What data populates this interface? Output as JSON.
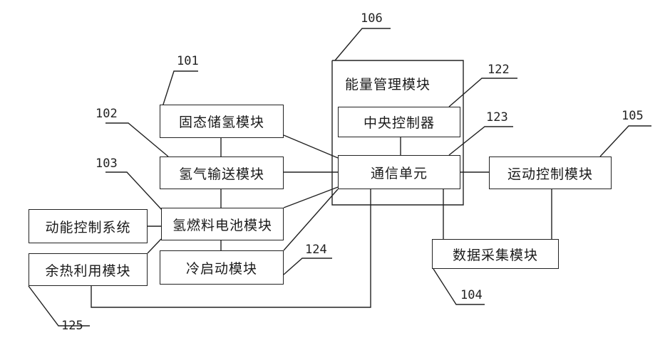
{
  "ems_title": "能量管理模块",
  "boxes": {
    "solid_storage": "固态储氢模块",
    "h2_transport": "氢气输送模块",
    "fuel_cell": "氢燃料电池模块",
    "cold_start": "冷启动模块",
    "kinetic_control": "动能控制系统",
    "waste_heat": "余热利用模块",
    "central_controller": "中央控制器",
    "comm_unit": "通信单元",
    "motion_control": "运动控制模块",
    "data_acq": "数据采集模块"
  },
  "refs": {
    "r101": "101",
    "r102": "102",
    "r103": "103",
    "r104": "104",
    "r105": "105",
    "r106": "106",
    "r122": "122",
    "r123": "123",
    "r124": "124",
    "r125": "125"
  }
}
